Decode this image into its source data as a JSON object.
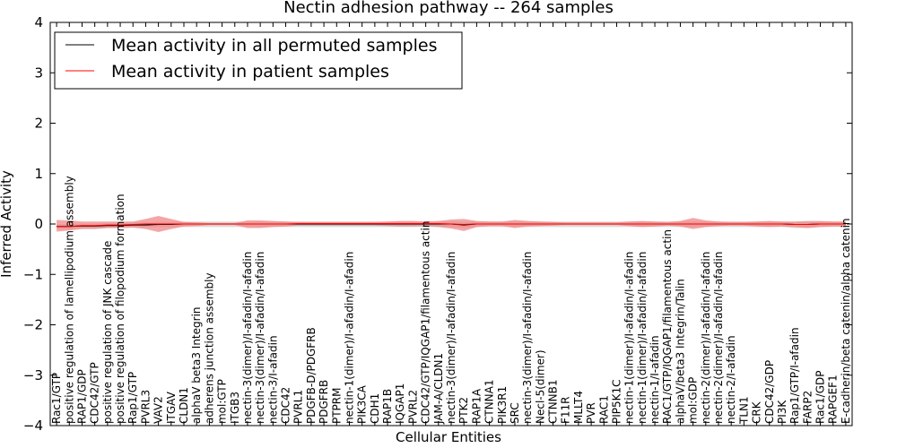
{
  "chart_data": {
    "type": "line",
    "title": "Nectin adhesion pathway -- 264 samples",
    "xlabel": "Cellular Entities",
    "ylabel": "Inferred Activity",
    "ylim": [
      -4,
      4
    ],
    "yticks": [
      "−4",
      "−3",
      "−2",
      "−1",
      "0",
      "1",
      "2",
      "3",
      "4"
    ],
    "grid": false,
    "legend_position": "top-left",
    "colors": {
      "permuted": "#000000",
      "patient": "#ff0000",
      "patient_band": "#f08080",
      "permuted_band": "#bbbbbb"
    },
    "categories": [
      "Rac1/GTP",
      "positive regulation of lamellipodium assembly",
      "RAP1/GDP",
      "CDC42/GTP",
      "positive regulation of JNK cascade",
      "positive regulation of filopodium formation",
      "Rap1/GTP",
      "PVRL3",
      "VAV2",
      "ITGAV",
      "CLDN1",
      "alphaV beta3 Integrin",
      "adherens junction assembly",
      "mol:GTP",
      "ITGB3",
      "nectin-3(dimer)/I-afadin/I-afadin",
      "nectin-3(dimer)/I-afadin/I-afadin",
      "nectin-3/I-afadin",
      "CDC42",
      "PVRL1",
      "PDGFB-D/PDGFRB",
      "PDGFRB",
      "PTPRM",
      "nectin-1(dimer)/I-afadin/I-afadin",
      "PIK3CA",
      "CDH1",
      "RAP1B",
      "IQGAP1",
      "PVRL2",
      "CDC42/GTP/IQGAP1/filamentous actin",
      "JAM-A/CLDN1",
      "nectin-3(dimer)/I-afadin/I-afadin",
      "PTK2",
      "RAP1A",
      "CTNNA1",
      "PIK3R1",
      "SRC",
      "nectin-3(dimer)/I-afadin/I-afadin",
      "Necl-5(dimer)",
      "CTNNB1",
      "F11R",
      "MLLT4",
      "PVR",
      "RAC1",
      "PIP5K1C",
      "nectin-1(dimer)/I-afadin/I-afadin",
      "nectin-1(dimer)/I-afadin/I-afadin",
      "nectin-1/I-afadin",
      "RAC1/GTP/IQGAP1/filamentous actin",
      "alphaV/beta3 Integrin/Talin",
      "mol:GDP",
      "nectin-2(dimer)/I-afadin/I-afadin",
      "nectin-2(dimer)/I-afadin/I-afadin",
      "nectin-2/I-afadin",
      "TLN1",
      "CRK",
      "CDC42/GDP",
      "PI3K",
      "Rap1/GTP/I-afadin",
      "FARP2",
      "Rac1/GDP",
      "RAPGEF1",
      "E-cadherin/beta catenin/alpha catenin"
    ],
    "series": [
      {
        "name": "Mean activity in all permuted samples",
        "values": [
          -0.05,
          -0.05,
          -0.04,
          -0.04,
          -0.03,
          -0.03,
          -0.02,
          -0.02,
          -0.01,
          -0.01,
          0,
          0,
          0,
          0,
          0,
          0,
          0,
          0,
          0,
          0,
          0,
          0,
          0,
          0,
          0,
          0,
          0,
          0,
          0,
          0,
          0,
          0,
          -0.02,
          0,
          0,
          0,
          0,
          0,
          0,
          0,
          0,
          0,
          0,
          0,
          0,
          0,
          0,
          0,
          0,
          0,
          0,
          0,
          0,
          0,
          0,
          0,
          0,
          0,
          -0.01,
          -0.01,
          0,
          0,
          0
        ],
        "lower": [
          -0.1,
          -0.1,
          -0.09,
          -0.09,
          -0.08,
          -0.08,
          -0.07,
          -0.07,
          -0.06,
          -0.06,
          -0.06,
          -0.06,
          -0.06,
          -0.06,
          -0.06,
          -0.06,
          -0.06,
          -0.06,
          -0.06,
          -0.06,
          -0.06,
          -0.06,
          -0.06,
          -0.06,
          -0.06,
          -0.06,
          -0.06,
          -0.06,
          -0.06,
          -0.06,
          -0.06,
          -0.06,
          -0.08,
          -0.06,
          -0.06,
          -0.06,
          -0.06,
          -0.06,
          -0.06,
          -0.06,
          -0.06,
          -0.06,
          -0.06,
          -0.06,
          -0.06,
          -0.06,
          -0.06,
          -0.06,
          -0.06,
          -0.06,
          -0.06,
          -0.06,
          -0.06,
          -0.06,
          -0.06,
          -0.06,
          -0.06,
          -0.06,
          -0.08,
          -0.08,
          -0.06,
          -0.06,
          -0.06
        ],
        "upper": [
          0.0,
          0.0,
          0.01,
          0.01,
          0.02,
          0.02,
          0.03,
          0.03,
          0.04,
          0.04,
          0.05,
          0.05,
          0.05,
          0.05,
          0.05,
          0.05,
          0.05,
          0.05,
          0.05,
          0.05,
          0.05,
          0.05,
          0.05,
          0.05,
          0.05,
          0.05,
          0.05,
          0.05,
          0.05,
          0.05,
          0.05,
          0.05,
          0.04,
          0.05,
          0.05,
          0.05,
          0.05,
          0.05,
          0.05,
          0.05,
          0.05,
          0.05,
          0.05,
          0.05,
          0.05,
          0.05,
          0.05,
          0.05,
          0.05,
          0.05,
          0.05,
          0.05,
          0.05,
          0.05,
          0.05,
          0.05,
          0.05,
          0.05,
          0.04,
          0.04,
          0.05,
          0.05,
          0.05
        ]
      },
      {
        "name": "Mean activity in patient samples",
        "values": [
          -0.05,
          -0.05,
          -0.03,
          -0.03,
          -0.02,
          -0.02,
          -0.01,
          0.0,
          0.0,
          0.0,
          0.0,
          0.0,
          0.0,
          0.0,
          0.0,
          0.0,
          0.0,
          0.0,
          0.0,
          0.01,
          0.01,
          0.01,
          0.01,
          0.01,
          0.01,
          0.01,
          0.01,
          0.01,
          0.01,
          0.01,
          0.01,
          0.0,
          -0.01,
          0.0,
          0.0,
          0.0,
          0.0,
          0.0,
          0.0,
          0.0,
          0.0,
          0.0,
          0.0,
          0.0,
          0.0,
          0.0,
          0.0,
          0.0,
          0.0,
          0.0,
          0.0,
          0.0,
          0.0,
          0.0,
          0.0,
          0.0,
          0.0,
          0.0,
          -0.01,
          -0.01,
          0.0,
          0.0,
          0.0
        ],
        "lower": [
          -0.15,
          -0.13,
          -0.1,
          -0.1,
          -0.08,
          -0.08,
          -0.07,
          -0.1,
          -0.16,
          -0.1,
          -0.05,
          -0.04,
          -0.02,
          -0.02,
          -0.02,
          -0.08,
          -0.08,
          -0.06,
          -0.05,
          -0.03,
          -0.03,
          -0.03,
          -0.03,
          -0.03,
          -0.03,
          -0.03,
          -0.04,
          -0.05,
          -0.05,
          -0.04,
          -0.06,
          -0.09,
          -0.14,
          -0.06,
          -0.04,
          -0.04,
          -0.08,
          -0.05,
          -0.04,
          -0.03,
          -0.02,
          -0.02,
          -0.02,
          -0.02,
          -0.02,
          -0.04,
          -0.06,
          -0.05,
          -0.03,
          -0.05,
          -0.1,
          -0.06,
          -0.04,
          -0.03,
          -0.03,
          -0.05,
          -0.06,
          -0.05,
          -0.06,
          -0.08,
          -0.06,
          -0.05,
          -0.05
        ],
        "upper": [
          0.08,
          0.07,
          0.05,
          0.05,
          0.05,
          0.05,
          0.05,
          0.1,
          0.16,
          0.1,
          0.04,
          0.03,
          0.02,
          0.02,
          0.02,
          0.07,
          0.07,
          0.06,
          0.05,
          0.04,
          0.04,
          0.04,
          0.04,
          0.04,
          0.04,
          0.04,
          0.05,
          0.06,
          0.06,
          0.05,
          0.06,
          0.09,
          0.1,
          0.06,
          0.05,
          0.05,
          0.08,
          0.06,
          0.05,
          0.04,
          0.03,
          0.03,
          0.03,
          0.03,
          0.03,
          0.05,
          0.06,
          0.05,
          0.04,
          0.06,
          0.12,
          0.07,
          0.05,
          0.04,
          0.04,
          0.05,
          0.06,
          0.05,
          0.05,
          0.06,
          0.06,
          0.05,
          0.05
        ]
      }
    ]
  }
}
